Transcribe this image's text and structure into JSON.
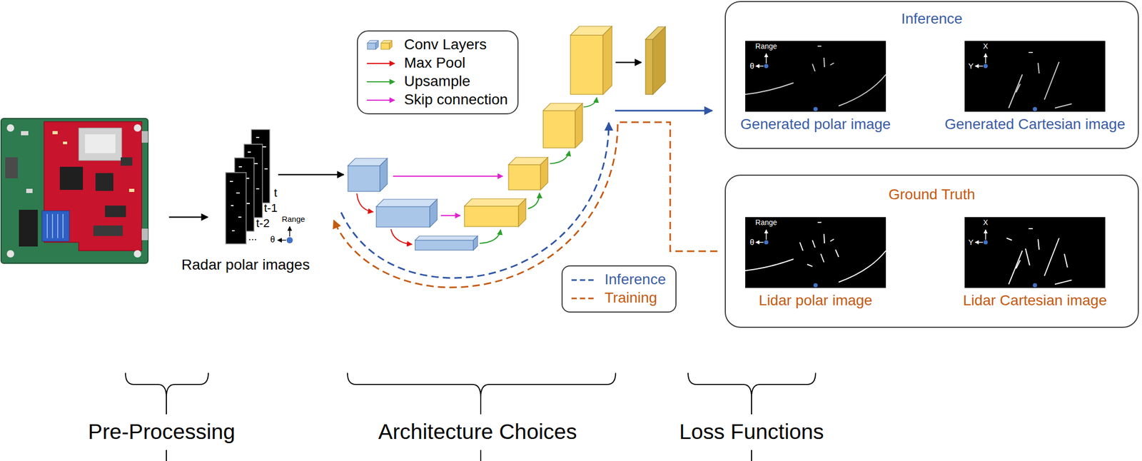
{
  "diagram": {
    "nodes": [
      {
        "text": [
          "Inference"
        ]
      },
      {
        "text": [
          "Range",
          "θ",
          "Generated polar image"
        ],
        "in": 0
      },
      {
        "text": [
          "X",
          "Y",
          "Generated Cartesian image"
        ],
        "in": 0
      },
      {
        "text": [
          "Ground Truth"
        ]
      },
      {
        "text": [
          "Range",
          "θ",
          "Lidar polar image"
        ],
        "in": 3
      },
      {
        "text": [
          "X",
          "Y",
          "Lidar Cartesian image"
        ],
        "in": 3
      }
    ],
    "labels": [
      "t",
      "t-1",
      "t-2",
      "...",
      "Range",
      "θ",
      "Radar polar images",
      "Pre-Processing",
      "Architecture Choices",
      "Loss Functions"
    ],
    "legend": [
      {
        "text": "Conv Layers"
      },
      {
        "text": "Max Pool"
      },
      {
        "text": "Upsample"
      },
      {
        "text": "Skip connection"
      },
      {
        "text": "Inference"
      },
      {
        "text": "Training"
      }
    ]
  }
}
